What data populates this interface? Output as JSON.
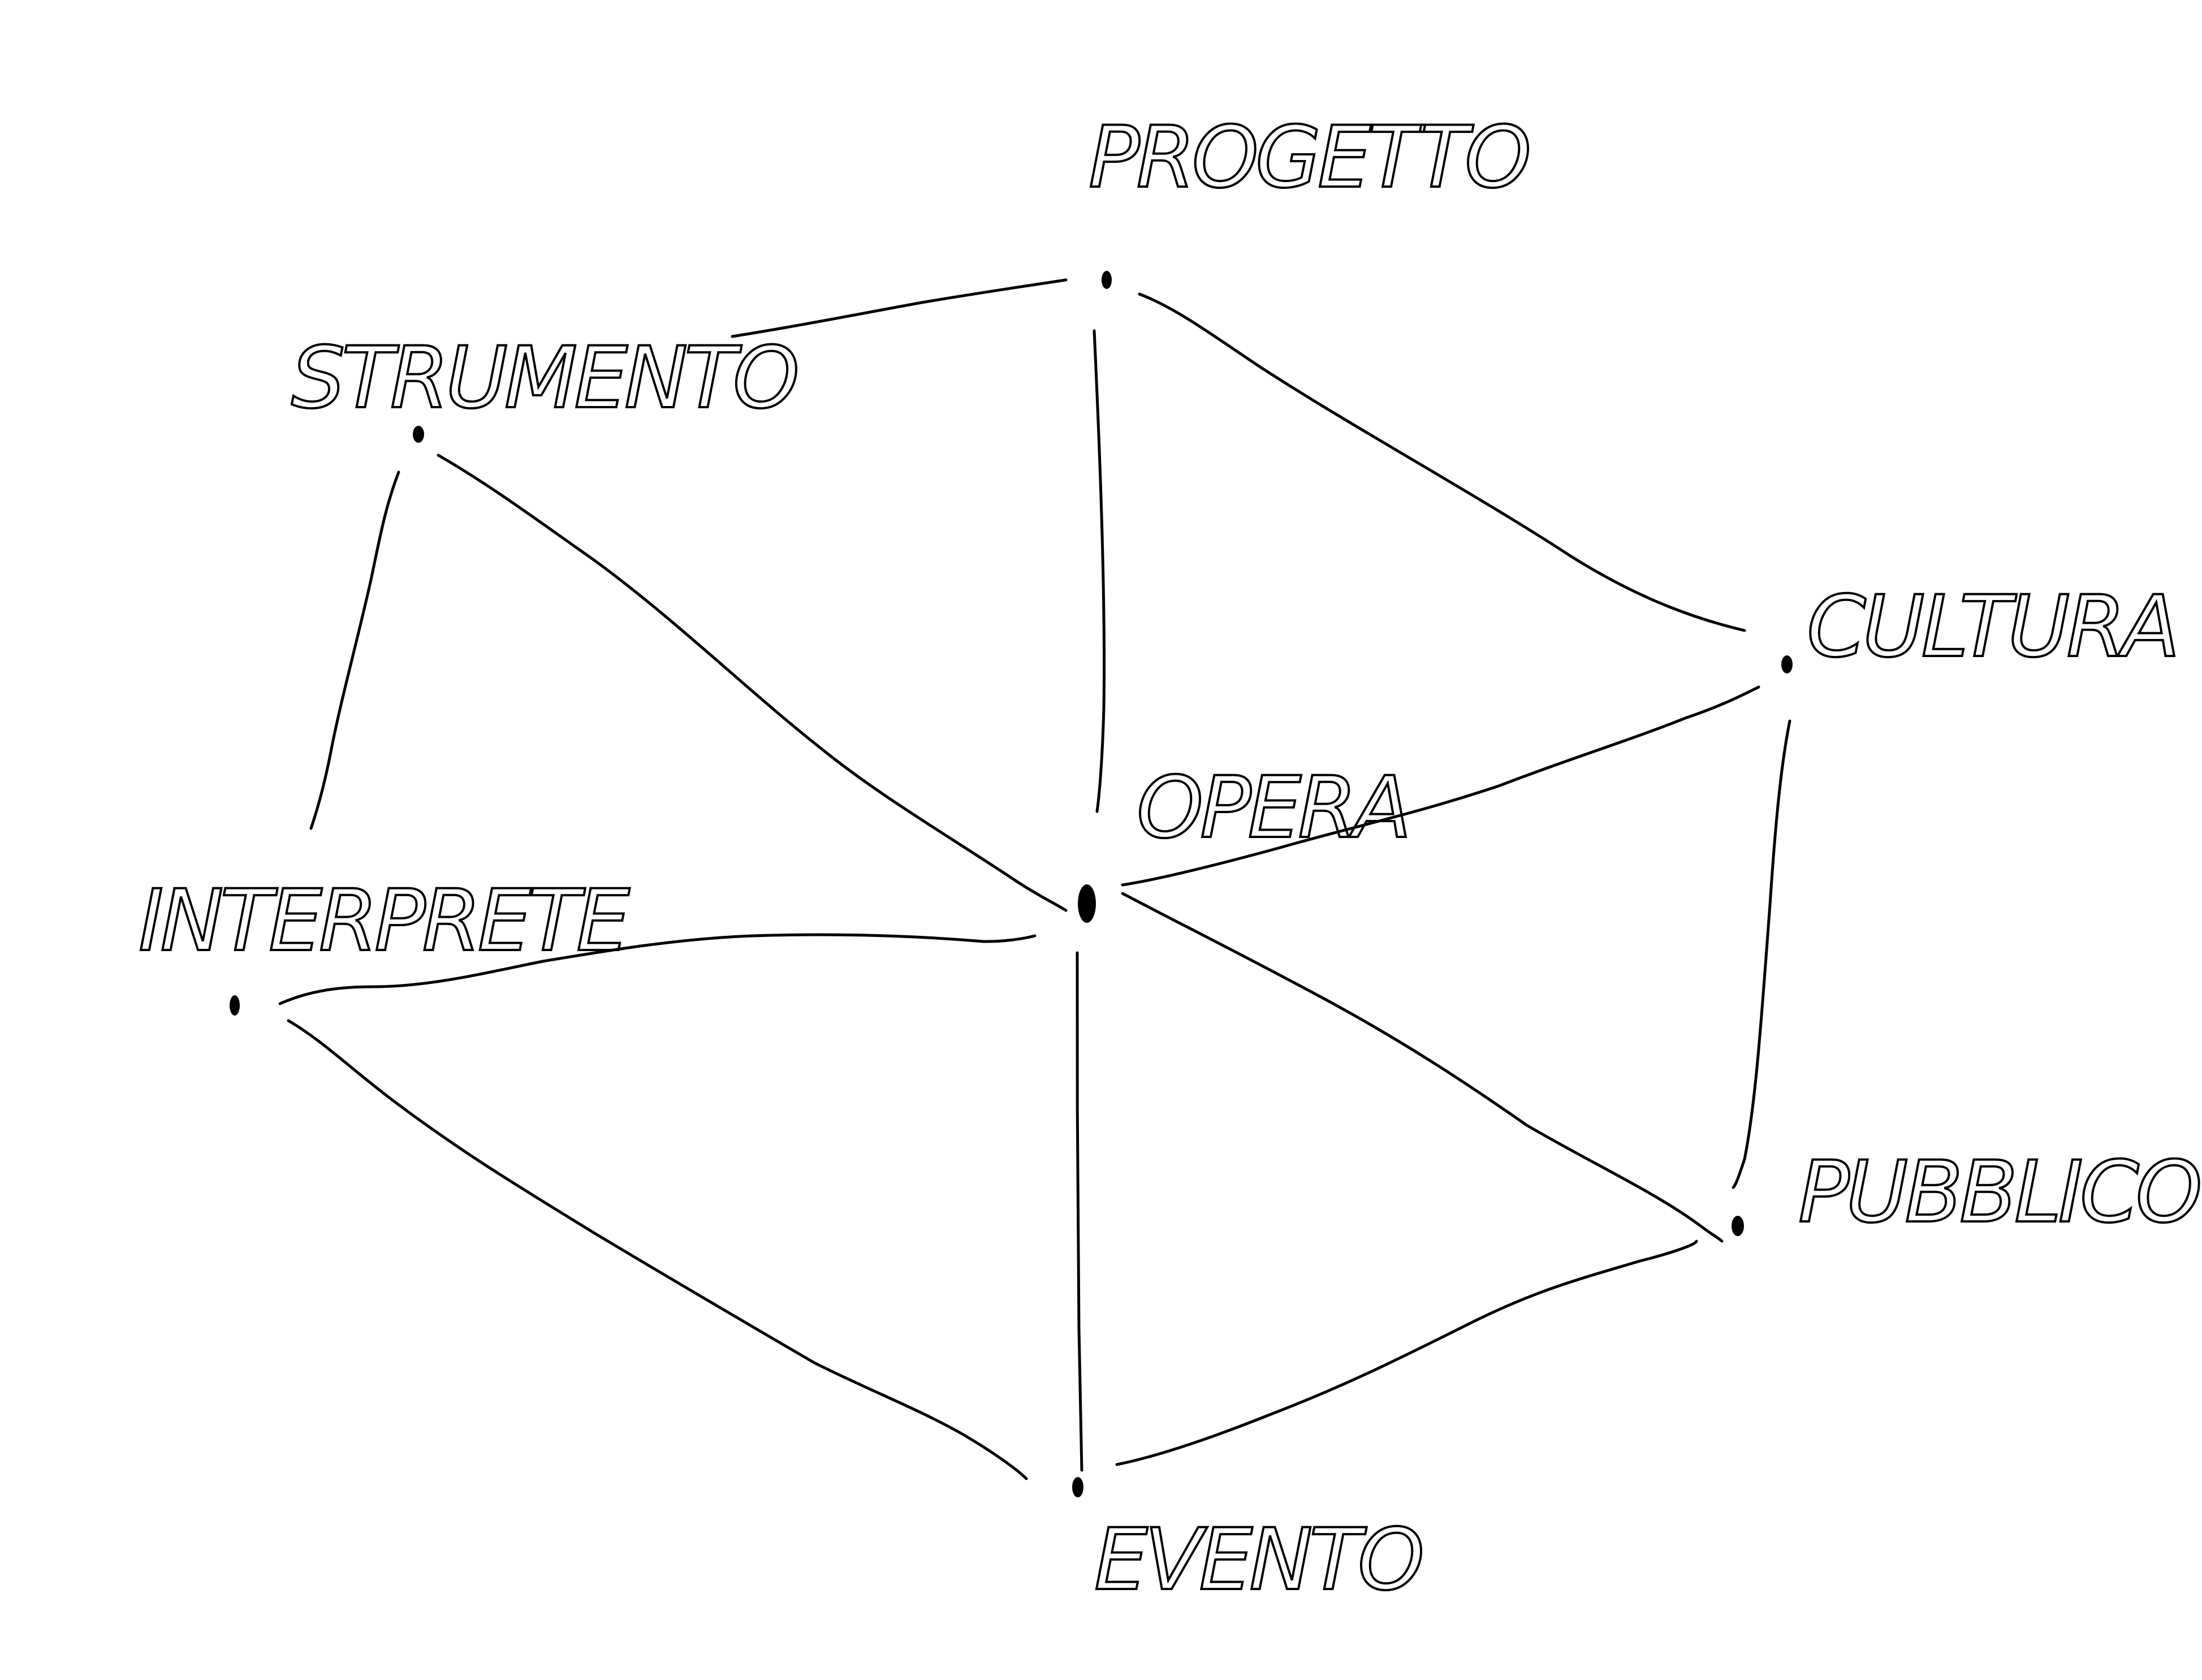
{
  "diagram": {
    "type": "network-graph",
    "style": "hand-drawn sketch",
    "stroke_color": "#000000",
    "background_color": "#ffffff",
    "nodes": [
      {
        "id": "progetto",
        "label": "PROGETTO"
      },
      {
        "id": "strumento",
        "label": "STRUMENTO"
      },
      {
        "id": "cultura",
        "label": "CULTURA"
      },
      {
        "id": "opera",
        "label": "OPERA"
      },
      {
        "id": "interprete",
        "label": "INTERPRETE"
      },
      {
        "id": "pubblico",
        "label": "PUBBLICO"
      },
      {
        "id": "evento",
        "label": "EVENTO"
      }
    ],
    "edges": [
      {
        "from": "strumento",
        "to": "progetto"
      },
      {
        "from": "progetto",
        "to": "cultura"
      },
      {
        "from": "progetto",
        "to": "opera"
      },
      {
        "from": "strumento",
        "to": "interprete"
      },
      {
        "from": "strumento",
        "to": "opera"
      },
      {
        "from": "opera",
        "to": "cultura"
      },
      {
        "from": "cultura",
        "to": "pubblico"
      },
      {
        "from": "interprete",
        "to": "opera"
      },
      {
        "from": "opera",
        "to": "pubblico"
      },
      {
        "from": "interprete",
        "to": "evento"
      },
      {
        "from": "opera",
        "to": "evento"
      },
      {
        "from": "evento",
        "to": "pubblico"
      }
    ]
  }
}
